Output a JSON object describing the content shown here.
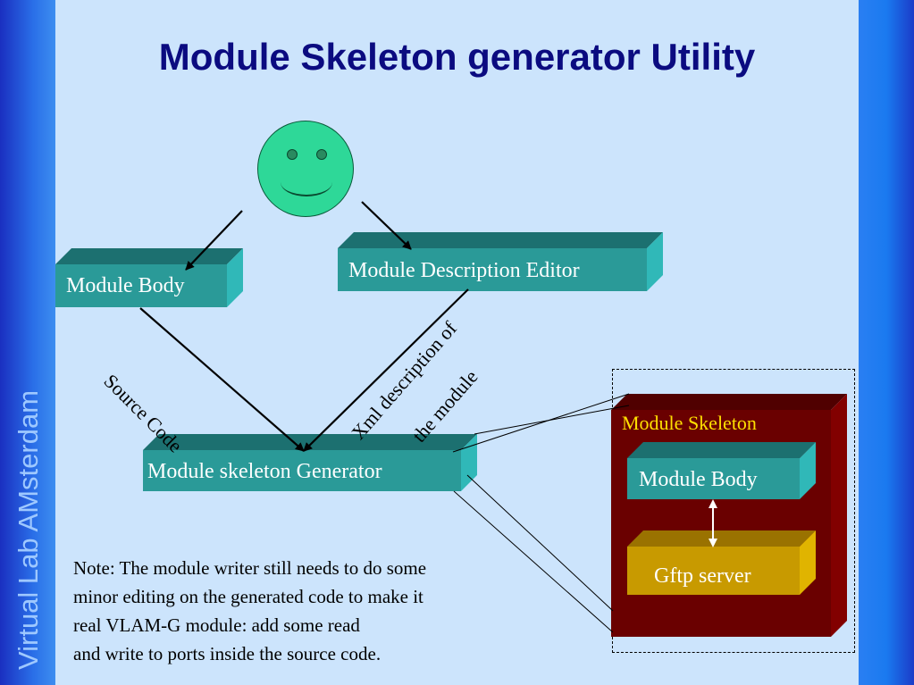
{
  "title": "Module Skeleton generator Utility",
  "sidebar_text": "Virtual Lab AMsterdam",
  "boxes": {
    "module_body": "Module Body",
    "description_editor": "Module Description Editor",
    "generator": "Module skeleton Generator",
    "skeleton_title": "Module Skeleton",
    "skeleton_body": "Module Body",
    "gftp_server": "Gftp server"
  },
  "edge_labels": {
    "source_code": "Source Code",
    "xml_line1": "Xml description of",
    "xml_line2": "the module"
  },
  "note": [
    "Note: The module writer still needs to do some",
    "minor editing on the generated code to make it",
    "real VLAM-G module: add some read",
    "and write to ports inside the source code."
  ],
  "colors": {
    "teal_front": "#2a9a98",
    "teal_top": "#1c7070",
    "teal_side": "#30b8b8",
    "maroon_front": "#6a0000",
    "gold_front": "#c89a00",
    "title": "#0b0b80",
    "smiley": "#2ed898",
    "background": "#cce4fc"
  }
}
